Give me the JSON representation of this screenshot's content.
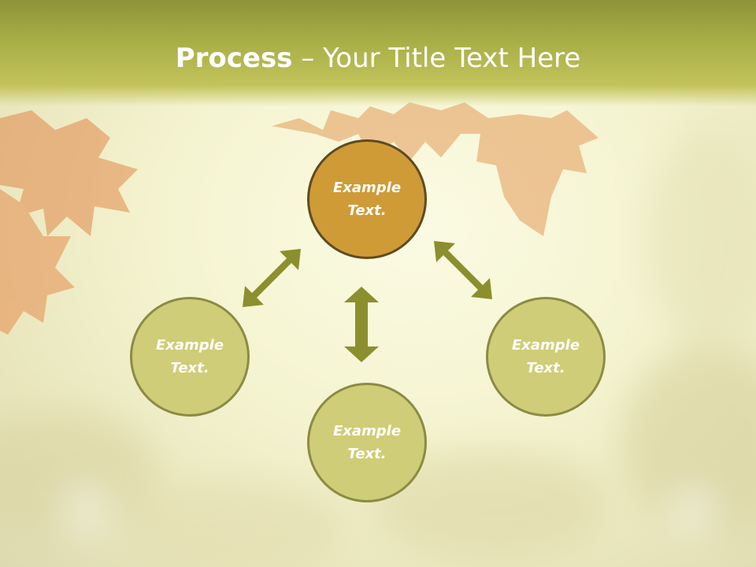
{
  "slide": {
    "title_bold": "Process",
    "title_rest": " – Your Title Text Here",
    "colors": {
      "header": "#a6ac45",
      "center_fill": "#cf9b37",
      "outer_fill": "#cfcd77",
      "arrow": "#8c8f2d"
    }
  },
  "nodes": {
    "center": {
      "line1": "Example",
      "line2": "Text."
    },
    "left": {
      "line1": "Example",
      "line2": "Text."
    },
    "bottom": {
      "line1": "Example",
      "line2": "Text."
    },
    "right": {
      "line1": "Example",
      "line2": "Text."
    }
  },
  "decor": {
    "background_icon": "maple-leaves",
    "arrow_icon": "double-headed-arrow"
  }
}
